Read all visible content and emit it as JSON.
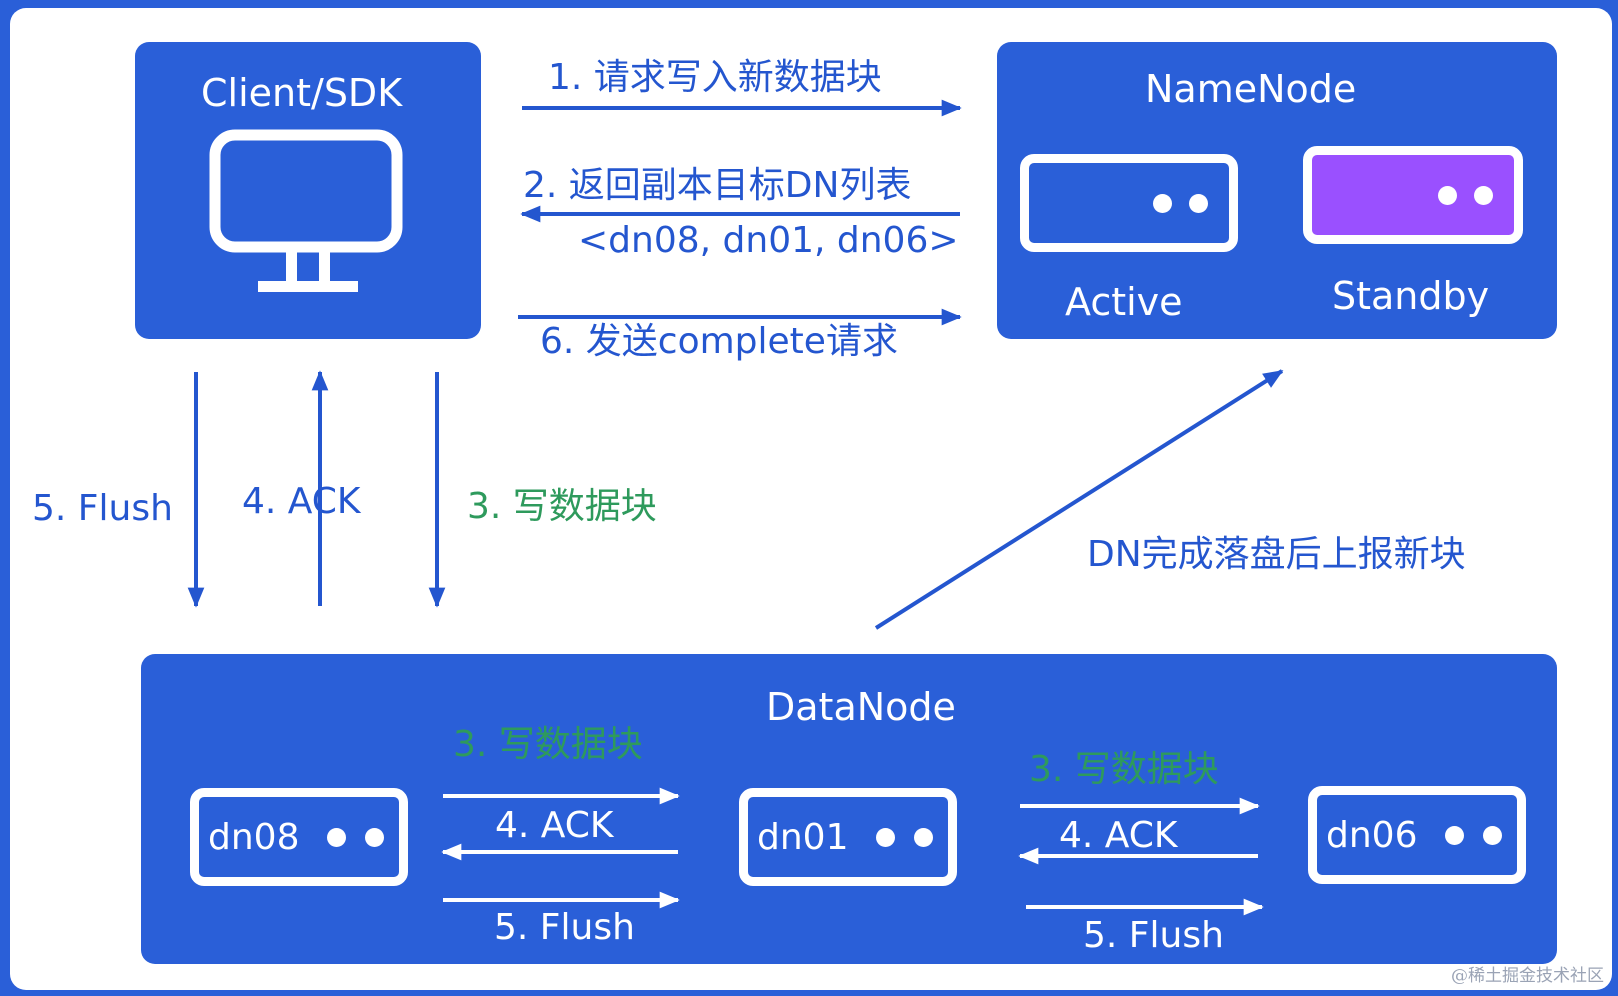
{
  "client": {
    "title": "Client/SDK"
  },
  "namenode": {
    "title": "NameNode",
    "active": "Active",
    "standby": "Standby"
  },
  "datanode": {
    "title": "DataNode",
    "nodes": [
      "dn08",
      "dn01",
      "dn06"
    ]
  },
  "steps": {
    "request_write": "1. 请求写入新数据块",
    "return_list": "2. 返回副本目标DN列表",
    "dn_list": "<dn08, dn01, dn06>",
    "complete": "6. 发送complete请求",
    "flush": "5. Flush",
    "ack": "4. ACK",
    "write_block": "3. 写数据块",
    "report": "DN完成落盘后上报新块"
  },
  "pipeline": {
    "write_1": "3. 写数据块",
    "ack_1": "4. ACK",
    "flush_1": "5. Flush",
    "write_2": "3. 写数据块",
    "ack_2": "4. ACK",
    "flush_2": "5. Flush"
  },
  "watermark": "@稀土掘金技术社区",
  "colors": {
    "panel": "#2a5fd8",
    "arrow": "#2456cf",
    "green": "#2e9a5c",
    "standby": "#9a50ff"
  }
}
